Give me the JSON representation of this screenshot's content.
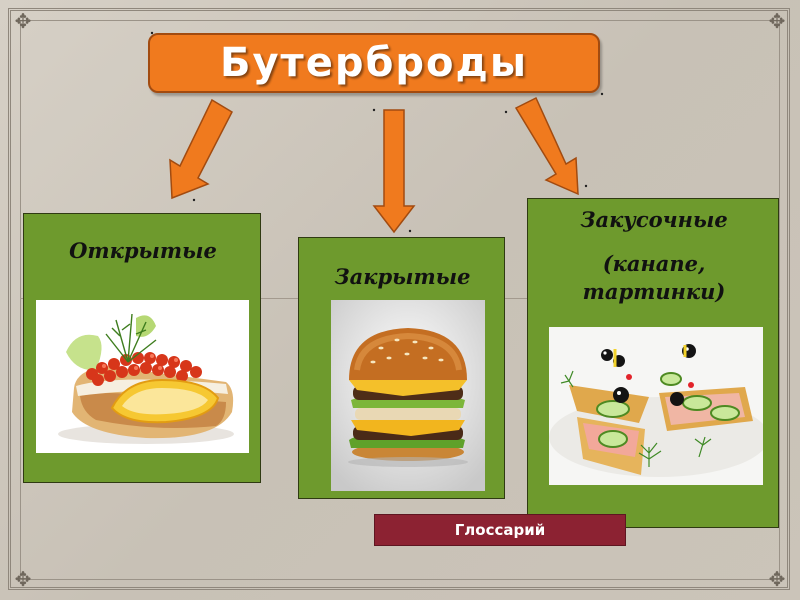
{
  "title": "Бутерброды",
  "categories": [
    {
      "label": "Открытые",
      "image": "open-sandwich-with-caviar"
    },
    {
      "label": "Закрытые",
      "image": "hamburger"
    },
    {
      "label_line1": "Закусочные",
      "label_line2": "(канапе,",
      "label_line3": "тартинки)",
      "image": "canapes"
    }
  ],
  "glossary_button": "Глоссарий",
  "colors": {
    "title_fill": "#f07a1e",
    "arrow_fill": "#f07a1e",
    "card_fill": "#6e9a2d",
    "glossary_fill": "#8c2232",
    "background": "#cfc8bd"
  }
}
